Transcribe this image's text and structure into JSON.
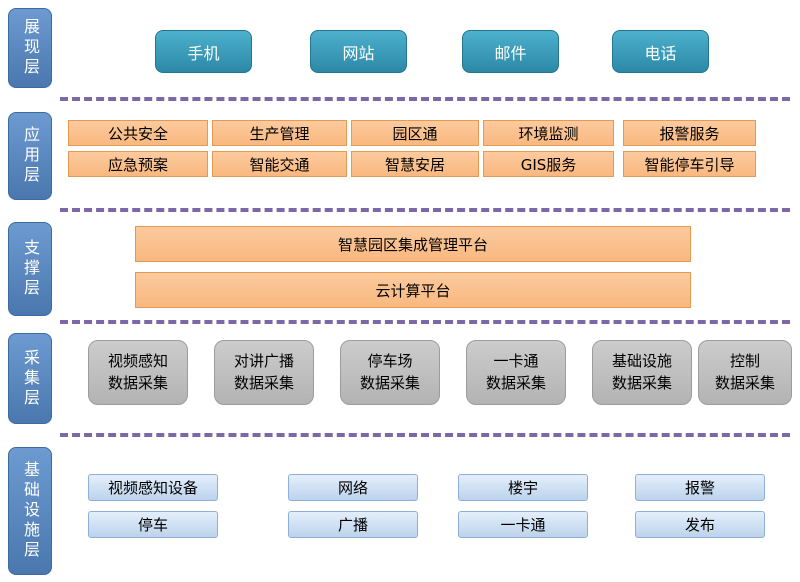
{
  "colors": {
    "layer_label_blue": "#4a77ad",
    "presentation_teal": "#2b89a7",
    "application_orange": "#f9b87f",
    "collection_gray": "#bfbfbf",
    "infrastructure_blue": "#c6d9f1",
    "divider_purple": "#7c68a8"
  },
  "layers": {
    "presentation": {
      "label": "展现层",
      "items": [
        "手机",
        "网站",
        "邮件",
        "电话"
      ]
    },
    "application": {
      "label": "应用层",
      "rows": [
        [
          "公共安全",
          "生产管理",
          "园区通",
          "环境监测",
          "报警服务"
        ],
        [
          "应急预案",
          "智能交通",
          "智慧安居",
          "GIS服务",
          "智能停车引导"
        ]
      ]
    },
    "support": {
      "label": "支撑层",
      "items": [
        "智慧园区集成管理平台",
        "云计算平台"
      ]
    },
    "collection": {
      "label": "采集层",
      "items": [
        "视频感知\n数据采集",
        "对讲广播\n数据采集",
        "停车场\n数据采集",
        "一卡通\n数据采集",
        "基础设施\n数据采集",
        "控制\n数据采集"
      ]
    },
    "infrastructure": {
      "label": "基础设施层",
      "rows": [
        [
          "视频感知设备",
          "网络",
          "楼宇",
          "报警"
        ],
        [
          "停车",
          "广播",
          "一卡通",
          "发布"
        ]
      ]
    }
  }
}
